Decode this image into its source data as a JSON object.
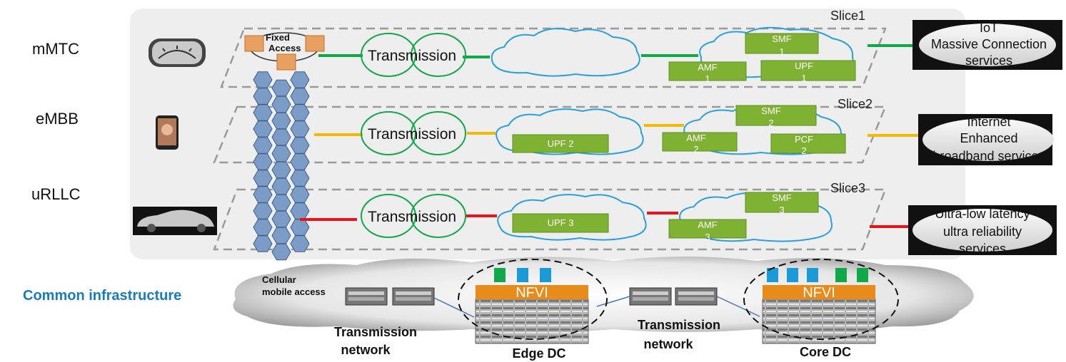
{
  "rows": [
    {
      "id": "mmtc",
      "label": "mMTC",
      "slice": "Slice1",
      "service_lines": [
        "IoT",
        "Massive Connection",
        "services"
      ],
      "line_color": "#11a84a",
      "nfs": [
        {
          "name": "smf",
          "lines": [
            "SMF",
            "1"
          ]
        },
        {
          "name": "amf",
          "lines": [
            "AMF",
            "1"
          ]
        },
        {
          "name": "upf",
          "lines": [
            "UPF",
            "1"
          ]
        }
      ]
    },
    {
      "id": "embb",
      "label": "eMBB",
      "slice": "Slice2",
      "service_lines": [
        "Internet",
        "Enhanced",
        "broadband services"
      ],
      "line_color": "#f5b800",
      "nfs": [
        {
          "name": "upf",
          "lines": [
            "UPF 2"
          ]
        },
        {
          "name": "smf",
          "lines": [
            "SMF",
            "2"
          ]
        },
        {
          "name": "amf",
          "lines": [
            "AMF",
            "2"
          ]
        },
        {
          "name": "pcf",
          "lines": [
            "PCF",
            "2"
          ]
        }
      ]
    },
    {
      "id": "urllc",
      "label": "uRLLC",
      "slice": "Slice3",
      "service_lines": [
        "Ultra-low latency",
        "ultra reliability",
        "services"
      ],
      "line_color": "#e8141a",
      "nfs": [
        {
          "name": "upf",
          "lines": [
            "UPF 3"
          ]
        },
        {
          "name": "smf",
          "lines": [
            "SMF",
            "3"
          ]
        },
        {
          "name": "amf",
          "lines": [
            "AMF",
            "3"
          ]
        }
      ]
    }
  ],
  "transmission_label": "Transmission",
  "fixed_access_lines": [
    "Fixed",
    "Access"
  ],
  "cellular_access_lines": [
    "Cellular",
    "mobile access"
  ],
  "infrastructure": {
    "title": "Common infrastructure",
    "transmission_network_lines": [
      "Transmission",
      "network"
    ],
    "edge_dc": "Edge DC",
    "core_dc": "Core DC",
    "nfvi": "NFVI"
  },
  "colors": {
    "nf_green": "#7fb132",
    "cloud_blue": "#2aa0e0",
    "transmission_green": "#11a84a",
    "nfvi_orange": "#e98b1a",
    "hex_blue": "#7a9cc6",
    "panel_gray": "#eeeeee",
    "title_blue": "#1a7bbf",
    "vm_blue": "#1a9ad6",
    "vm_green": "#11a84a"
  }
}
